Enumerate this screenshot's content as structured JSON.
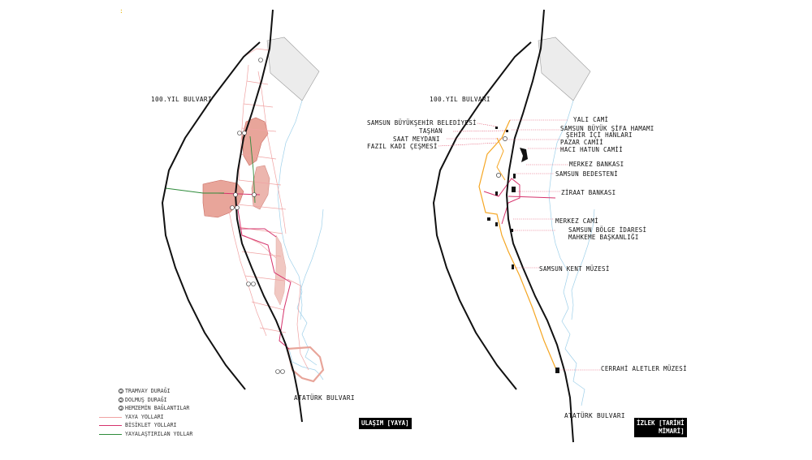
{
  "colors": {
    "road": "#111111",
    "built_fill": "#e8a59a",
    "built_stroke": "#c96a60",
    "pedestrian": "#f0a3a3",
    "bicycle": "#d6336c",
    "pedestrianized": "#2e8b3a",
    "route": "#f5a623",
    "water": "#9fd0ea",
    "port_fill": "#ececec",
    "leader": "#e04f6a"
  },
  "left_map": {
    "boulevard_top": "100.YIL BULVARI",
    "boulevard_bottom": "ATATÜRK BULVARI",
    "tag": "ULAŞIM [YAYA]"
  },
  "right_map": {
    "boulevard_top": "100.YIL BULVARI",
    "boulevard_bottom": "ATATÜRK BULVARI",
    "tag_line1": "İZLEK [TARİHİ",
    "tag_line2": "MİMARİ]",
    "labels_left": [
      "SAMSUN BÜYÜKŞEHİR BELEDİYESİ",
      "TAŞHAN",
      "SAAT MEYDANI",
      "FAZIL KADI ÇEŞMESİ"
    ],
    "labels_right": [
      "YALI CAMİ",
      "SAMSUN BÜYÜK ŞİFA HAMAMI",
      "ŞEHİR İÇİ HANLARI",
      "PAZAR CAMİİ",
      "HACI HATUN CAMİİ",
      "MERKEZ BANKASI",
      "SAMSUN BEDESTENİ",
      "ZİRAAT BANKASI",
      "MERKEZ CAMİ",
      "SAMSUN BÖLGE İDARESİ",
      "MAHKEME BAŞKANLIĞI",
      "SAMSUN KENT MÜZESİ",
      "CERRAHİ ALETLER MÜZESİ"
    ]
  },
  "legend": [
    {
      "symbol": "1",
      "label": "TRAMVAY DURAĞI"
    },
    {
      "symbol": "2",
      "label": "DOLMUŞ DURAĞI"
    },
    {
      "symbol": "3",
      "label": "HEMZEMİN BAĞLANTILAR"
    },
    {
      "symbol": "line",
      "color": "#f0a3a3",
      "label": "YAYA YOLLARI"
    },
    {
      "symbol": "line",
      "color": "#d6336c",
      "label": "BİSİKLET YOLLARI"
    },
    {
      "symbol": "line",
      "color": "#2e8b3a",
      "label": "YAYALAŞTIRILAN YOLLAR"
    }
  ]
}
